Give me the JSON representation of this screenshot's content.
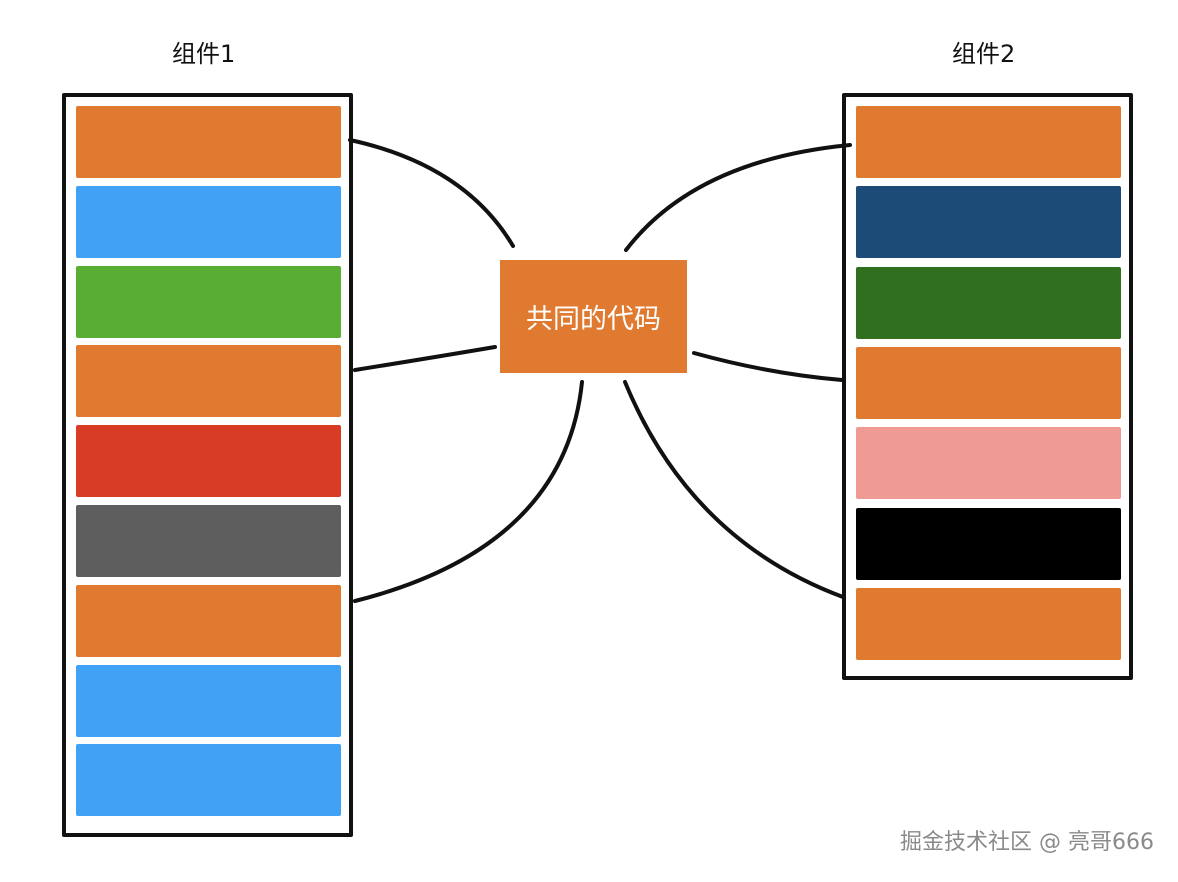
{
  "component_1": {
    "title": "组件1",
    "blocks": [
      {
        "color": "#e07a30"
      },
      {
        "color": "#41a1f5"
      },
      {
        "color": "#58ad35"
      },
      {
        "color": "#e07a30"
      },
      {
        "color": "#d93c25"
      },
      {
        "color": "#5e5e5e"
      },
      {
        "color": "#e07a30"
      },
      {
        "color": "#41a1f5"
      },
      {
        "color": "#41a1f5"
      }
    ]
  },
  "component_2": {
    "title": "组件2",
    "blocks": [
      {
        "color": "#e07a30"
      },
      {
        "color": "#1c4b78"
      },
      {
        "color": "#2f6f1f"
      },
      {
        "color": "#e07a30"
      },
      {
        "color": "#ef9b94"
      },
      {
        "color": "#000000"
      },
      {
        "color": "#e07a30"
      }
    ]
  },
  "center": {
    "label": "共同的代码",
    "color": "#e07a30"
  },
  "watermark": "掘金技术社区 @ 亮哥666"
}
